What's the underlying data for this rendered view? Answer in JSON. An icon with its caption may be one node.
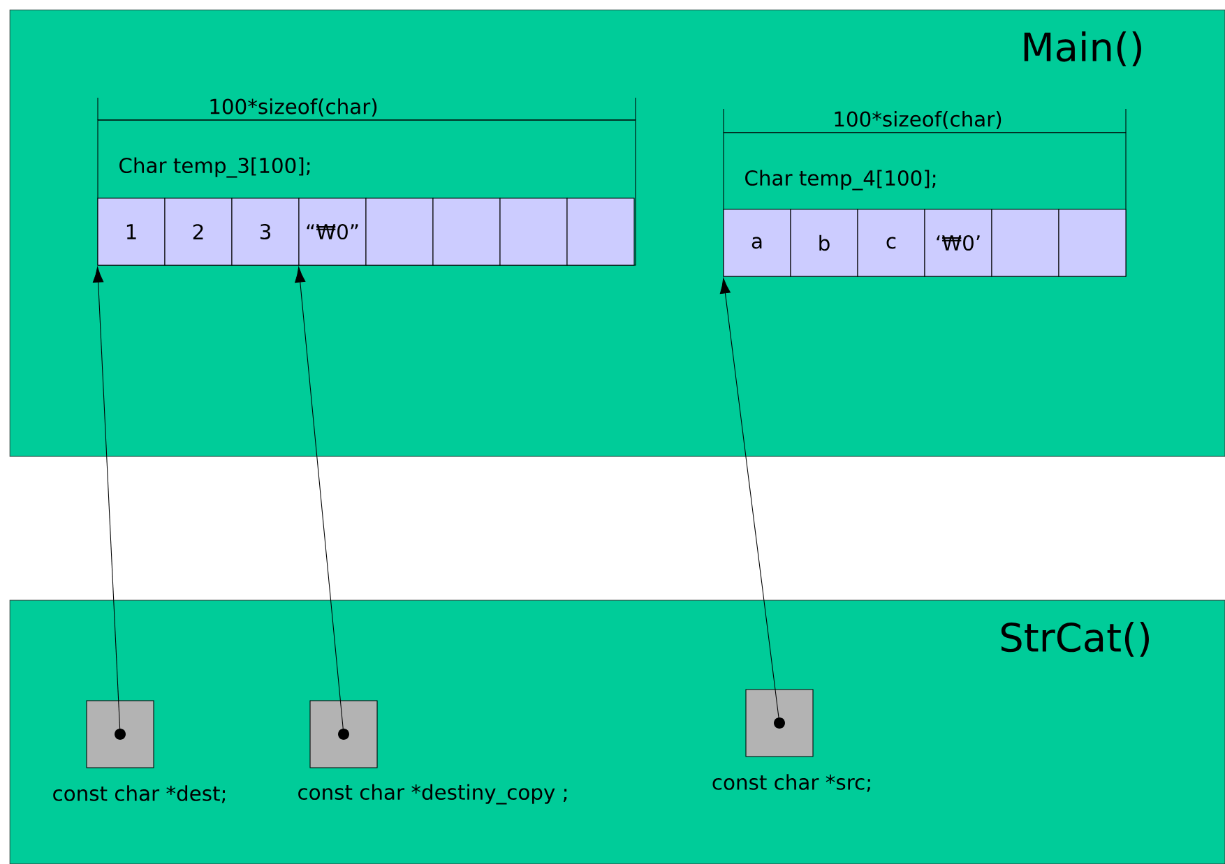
{
  "diagram": {
    "nodes": [
      {
        "text": [
          "Main()"
        ]
      },
      {
        "text": [
          "Char temp_3[100];"
        ],
        "in": 0
      },
      {
        "text": [
          "1"
        ],
        "in": 1
      },
      {
        "text": [
          "2"
        ],
        "in": 1
      },
      {
        "text": [
          "3"
        ],
        "in": 1
      },
      {
        "text": [
          "“₩0”"
        ],
        "in": 1
      },
      {
        "text": [],
        "shape": "box",
        "in": 1
      },
      {
        "text": [],
        "shape": "box",
        "in": 1
      },
      {
        "text": [],
        "shape": "box",
        "in": 1
      },
      {
        "text": [],
        "shape": "box",
        "in": 1
      },
      {
        "text": [
          "Char temp_4[100];"
        ],
        "in": 0
      },
      {
        "text": [
          "a"
        ],
        "in": 10
      },
      {
        "text": [
          "b"
        ],
        "in": 10
      },
      {
        "text": [
          "c"
        ],
        "in": 10
      },
      {
        "text": [
          "‘₩0’"
        ],
        "in": 10
      },
      {
        "text": [],
        "shape": "box",
        "in": 10
      },
      {
        "text": [],
        "shape": "box",
        "in": 10
      },
      {
        "text": [
          "StrCat()"
        ]
      },
      {
        "text": [],
        "shape": "box",
        "beside": [
          "const char *dest;"
        ],
        "in": 17
      },
      {
        "text": [],
        "shape": "box",
        "beside": [
          "const char *destiny_copy ;"
        ],
        "in": 17
      },
      {
        "text": [],
        "shape": "box",
        "beside": [
          "const char *src;"
        ],
        "in": 17
      }
    ],
    "edges": [
      {
        "from": 18,
        "to": 2,
        "arrow": "to"
      },
      {
        "from": 19,
        "to": 5,
        "arrow": "to"
      },
      {
        "from": 20,
        "to": 11,
        "arrow": "to"
      }
    ],
    "labels": [
      "100*sizeof(char)",
      "100*sizeof(char)"
    ]
  }
}
